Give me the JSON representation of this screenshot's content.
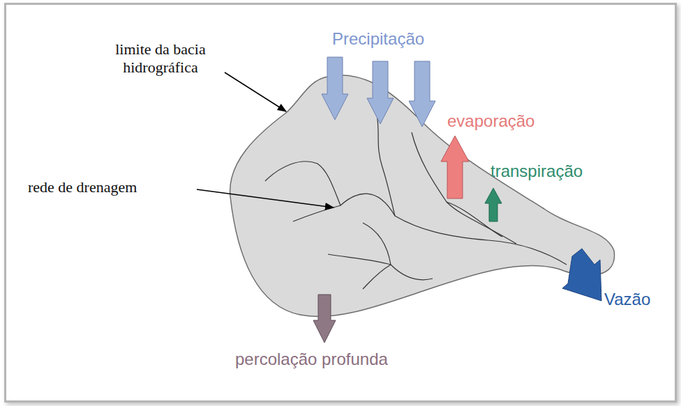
{
  "diagram": {
    "labels": [
      "limite da bacia hidrográfica",
      "rede de drenagem",
      "Precipitação",
      "evaporação",
      "transpiração",
      "Vazão",
      "percolação profunda"
    ]
  }
}
